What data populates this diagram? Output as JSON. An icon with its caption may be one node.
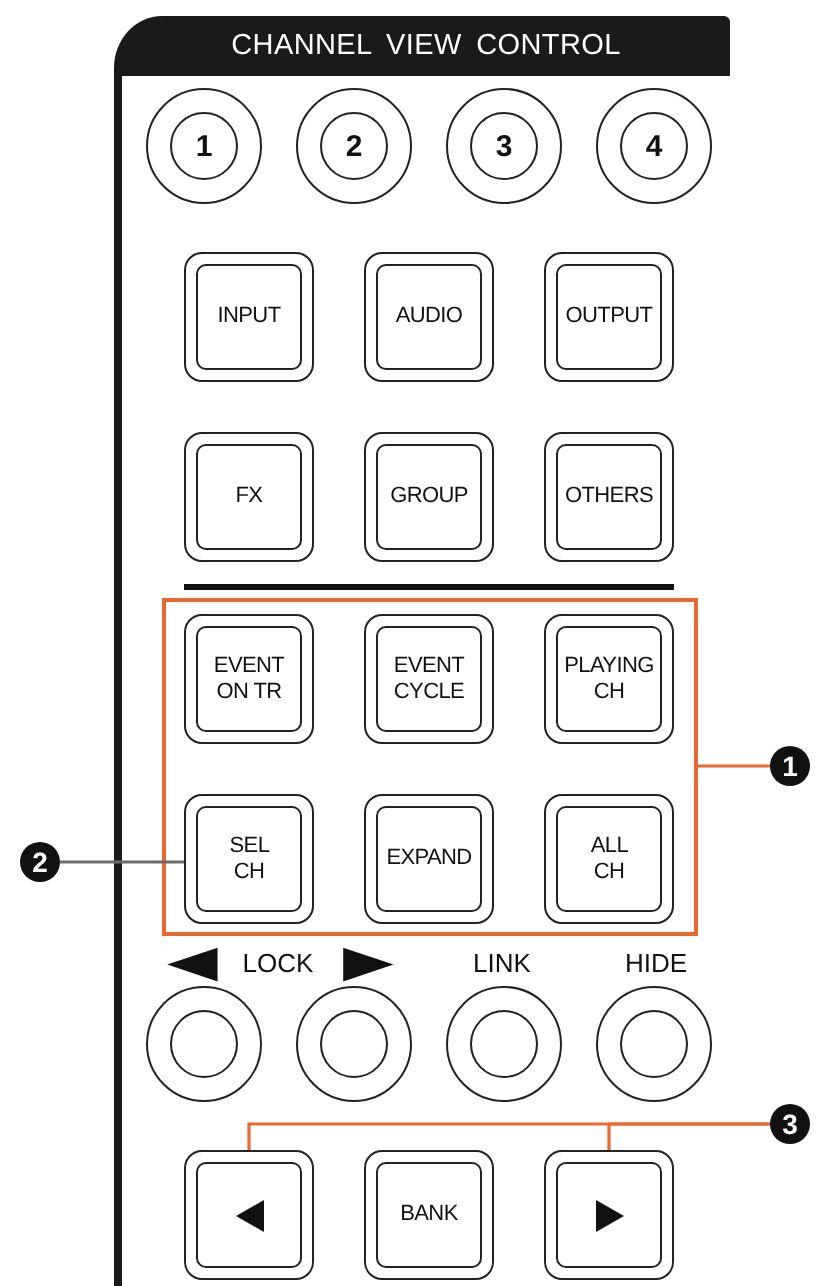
{
  "diagram": {
    "nodes": [
      {
        "text": [
          "CHANNEL VIEW CONTROL"
        ]
      },
      {
        "text": [
          "1"
        ],
        "in": 0
      },
      {
        "text": [
          "2"
        ],
        "in": 0
      },
      {
        "text": [
          "3"
        ],
        "in": 0
      },
      {
        "text": [
          "4"
        ],
        "in": 0
      },
      {
        "text": [
          "INPUT"
        ],
        "in": 0
      },
      {
        "text": [
          "AUDIO"
        ],
        "in": 0
      },
      {
        "text": [
          "OUTPUT"
        ],
        "in": 0
      },
      {
        "text": [
          "FX"
        ],
        "in": 0
      },
      {
        "text": [
          "GROUP"
        ],
        "in": 0
      },
      {
        "text": [
          "OTHERS"
        ],
        "in": 0
      },
      {
        "text": [],
        "shape": "box",
        "in": 0
      },
      {
        "text": [
          "EVENT ON TR"
        ],
        "in": 11
      },
      {
        "text": [
          "EVENT CYCLE"
        ],
        "in": 11
      },
      {
        "text": [
          "PLAYING CH"
        ],
        "in": 11
      },
      {
        "text": [
          "SEL CH"
        ],
        "in": 11
      },
      {
        "text": [
          "EXPAND"
        ],
        "in": 11
      },
      {
        "text": [
          "ALL CH"
        ],
        "in": 11
      },
      {
        "text": [],
        "shape": "circle",
        "in": 0
      },
      {
        "text": [],
        "shape": "circle",
        "in": 0
      },
      {
        "text": [],
        "shape": "circle",
        "in": 0
      },
      {
        "text": [],
        "shape": "circle",
        "in": 0
      },
      {
        "text": [],
        "shape": "box",
        "in": 0
      },
      {
        "text": [
          "BANK"
        ],
        "in": 0
      },
      {
        "text": [],
        "shape": "box",
        "in": 0
      },
      {
        "text": [
          "1"
        ]
      },
      {
        "text": [
          "2"
        ]
      },
      {
        "text": [
          "3"
        ]
      }
    ],
    "edges": [
      {
        "from": 25,
        "to": 11,
        "arrow": "none"
      },
      {
        "from": 26,
        "to": 15,
        "arrow": "none",
        "color": "#6b6b6b"
      },
      {
        "from": 27,
        "to": 22,
        "arrow": "none"
      },
      {
        "from": 27,
        "to": 24,
        "arrow": "none"
      }
    ],
    "labels": [
      "◀",
      "LOCK",
      "▶",
      "LINK",
      "HIDE"
    ]
  }
}
